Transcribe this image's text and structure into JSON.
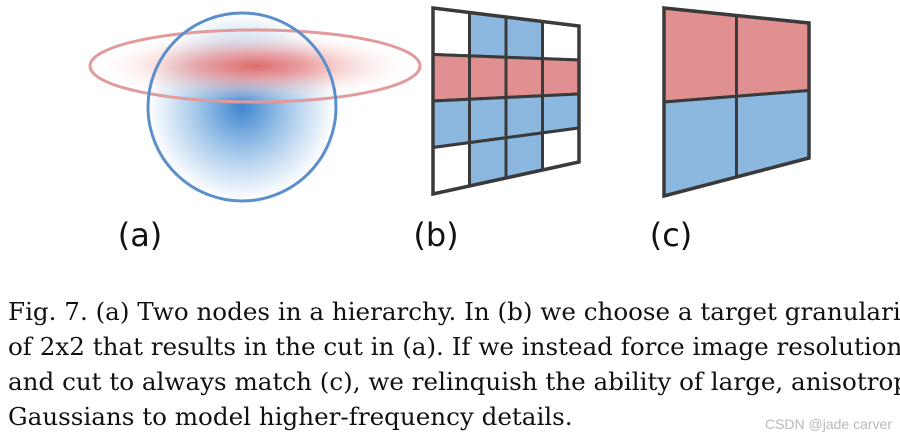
{
  "figure": {
    "panels": [
      {
        "label": "(a)"
      },
      {
        "label": "(b)"
      },
      {
        "label": "(c)"
      }
    ],
    "colors": {
      "red_fill": "#e09090",
      "blue_fill": "#8cb8e0",
      "red_outline": "#e29a9a",
      "blue_outline": "#5b8fc9",
      "grid_line": "#3a3a3a"
    },
    "grid_b": [
      [
        "white",
        "blue",
        "blue",
        "white"
      ],
      [
        "red",
        "red",
        "red",
        "red"
      ],
      [
        "blue",
        "blue",
        "blue",
        "blue"
      ],
      [
        "white",
        "blue",
        "blue",
        "white"
      ]
    ],
    "grid_c": [
      [
        "red",
        "red"
      ],
      [
        "blue",
        "blue"
      ]
    ]
  },
  "caption": {
    "lines": [
      "Fig. 7.   (a) Two nodes in a hierarchy. In (b) we choose a target granularity",
      "of 2x2 that results in the cut in (a). If we instead force image resolution",
      "and cut to always match (c), we relinquish the ability of large, anisotropic",
      "Gaussians to model higher-frequency details."
    ]
  },
  "watermark": "CSDN @jade carver"
}
